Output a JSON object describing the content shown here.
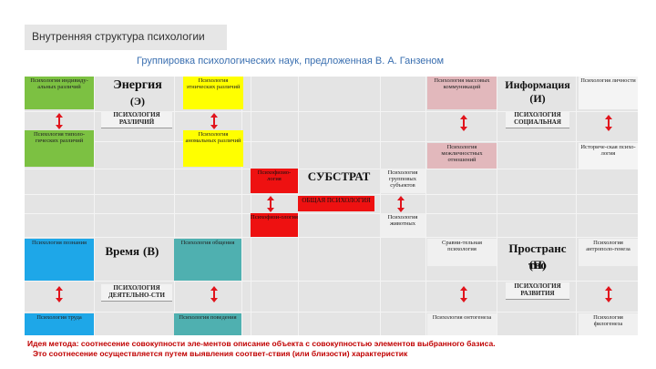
{
  "header": {
    "title": "Внутренняя структура психологии",
    "subtitle": "Группировка психологических наук, предложенная В. А. Ганзеном"
  },
  "colors": {
    "green": "#7cc142",
    "yellow": "#ffff00",
    "pink": "#e2b8bc",
    "red": "#ee1111",
    "blue": "#1ea7e8",
    "teal": "#4fb0b0",
    "arrow": "#e1141c",
    "footer_text": "#c00000"
  },
  "blocks": {
    "energy": {
      "title": "Энергия",
      "symbol": "(Э)",
      "label": "ПСИХОЛОГИЯ РАЗЛИЧИЙ",
      "left_top": "Психология индивиду-альных различий",
      "left_bottom": "Психология типоло-гических различий",
      "right_top": "Психология этнических различий",
      "right_bottom": "Психология аномальных различий"
    },
    "information": {
      "title": "Информация",
      "symbol": "(И)",
      "label": "ПСИХОЛОГИЯ СОЦИАЛЬНАЯ",
      "left_top": "Психология массовых коммуникаций",
      "left_bottom": "Психология межличностных отношений",
      "right_top": "Психология личности",
      "right_bottom": "Историче-ская психо-логия"
    },
    "substrate": {
      "title": "СУБСТРАТ",
      "label": "ОБЩАЯ ПСИХОЛОГИЯ",
      "left_top": "Психофизио-логия",
      "left_bottom": "Психофизи-ология",
      "right_top": "Психология групповых субъектов",
      "right_bottom": "Психология животных"
    },
    "time": {
      "title": "Время",
      "symbol": "(В)",
      "label": "ПСИХОЛОГИЯ ДЕЯТЕЛЬНО-СТИ",
      "left_top": "Психология познания",
      "left_bottom": "Психология труда",
      "right_top": "Психология общения",
      "right_bottom": "Психология поведения"
    },
    "space": {
      "title": "Пространс тво",
      "symbol": "(П)",
      "label": "ПСИХОЛОГИЯ РАЗВИТИЯ",
      "left_top": "Сравни-тельная психология",
      "left_bottom": "Психология онтогенеза",
      "right_top": "Психология антрополо-генеза",
      "right_bottom": "Психология филогенеза"
    }
  },
  "footer": {
    "line1": "Идея метода: соотнесение совокупности эле-ментов описание объекта с совокупностью элементов выбранного базиса.",
    "line2": "Это соотнесение осуществляется путем выявления соответ-ствия (или близости) характеристик"
  }
}
